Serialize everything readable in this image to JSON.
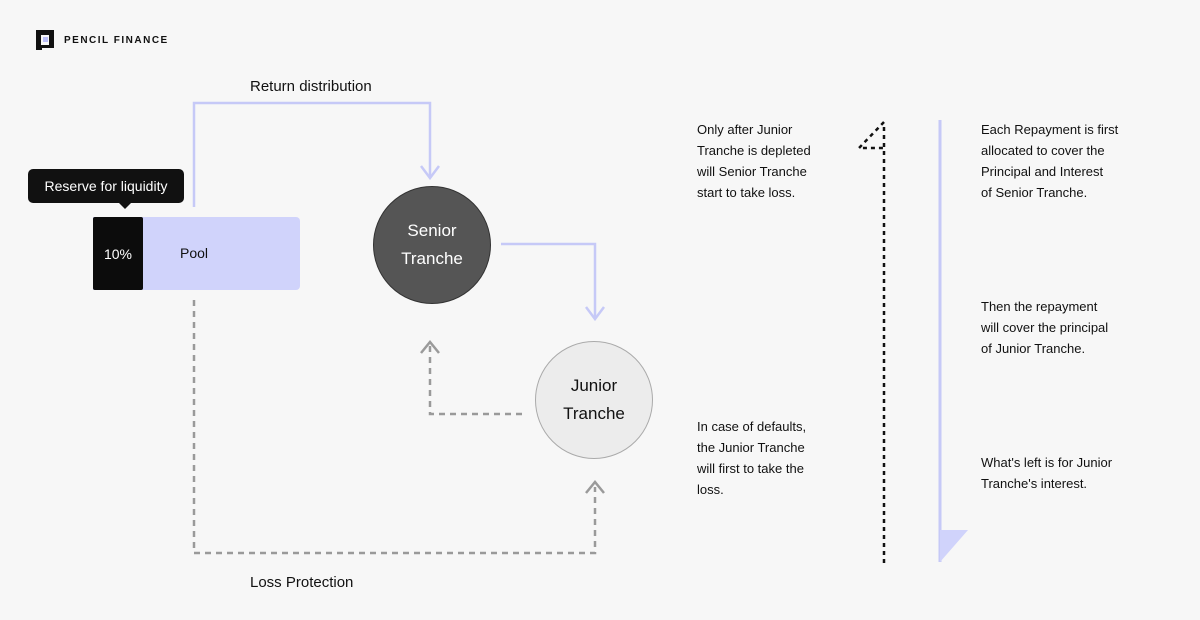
{
  "brand": {
    "name": "PENCIL FINANCE",
    "logo_icon": "pencil-logo-icon"
  },
  "flow": {
    "return_label": "Return distribution",
    "loss_label": "Loss Protection",
    "reserve_tooltip": "Reserve for liquidity",
    "reserve_percent": "10%",
    "pool_label": "Pool",
    "senior_line1": "Senior",
    "senior_line2": "Tranche",
    "junior_line1": "Junior",
    "junior_line2": "Tranche"
  },
  "notes": {
    "senior_loss": "Only after Junior\nTranche is depleted\nwill Senior Tranche\nstart to take loss.",
    "junior_loss": "In case of defaults,\nthe Junior Tranche\nwill first to take the\nloss.",
    "repayment_1": "Each Repayment is first\nallocated to cover the\nPrincipal and Interest\nof Senior Tranche.",
    "repayment_2": "Then the repayment\nwill cover the principal\nof Junior Tranche.",
    "repayment_3": "What's left is for Junior\nTranche's interest."
  },
  "colors": {
    "accent": "#d0d3fb",
    "dashed": "#9a9a9a",
    "senior": "#555555",
    "junior": "#ececec"
  }
}
